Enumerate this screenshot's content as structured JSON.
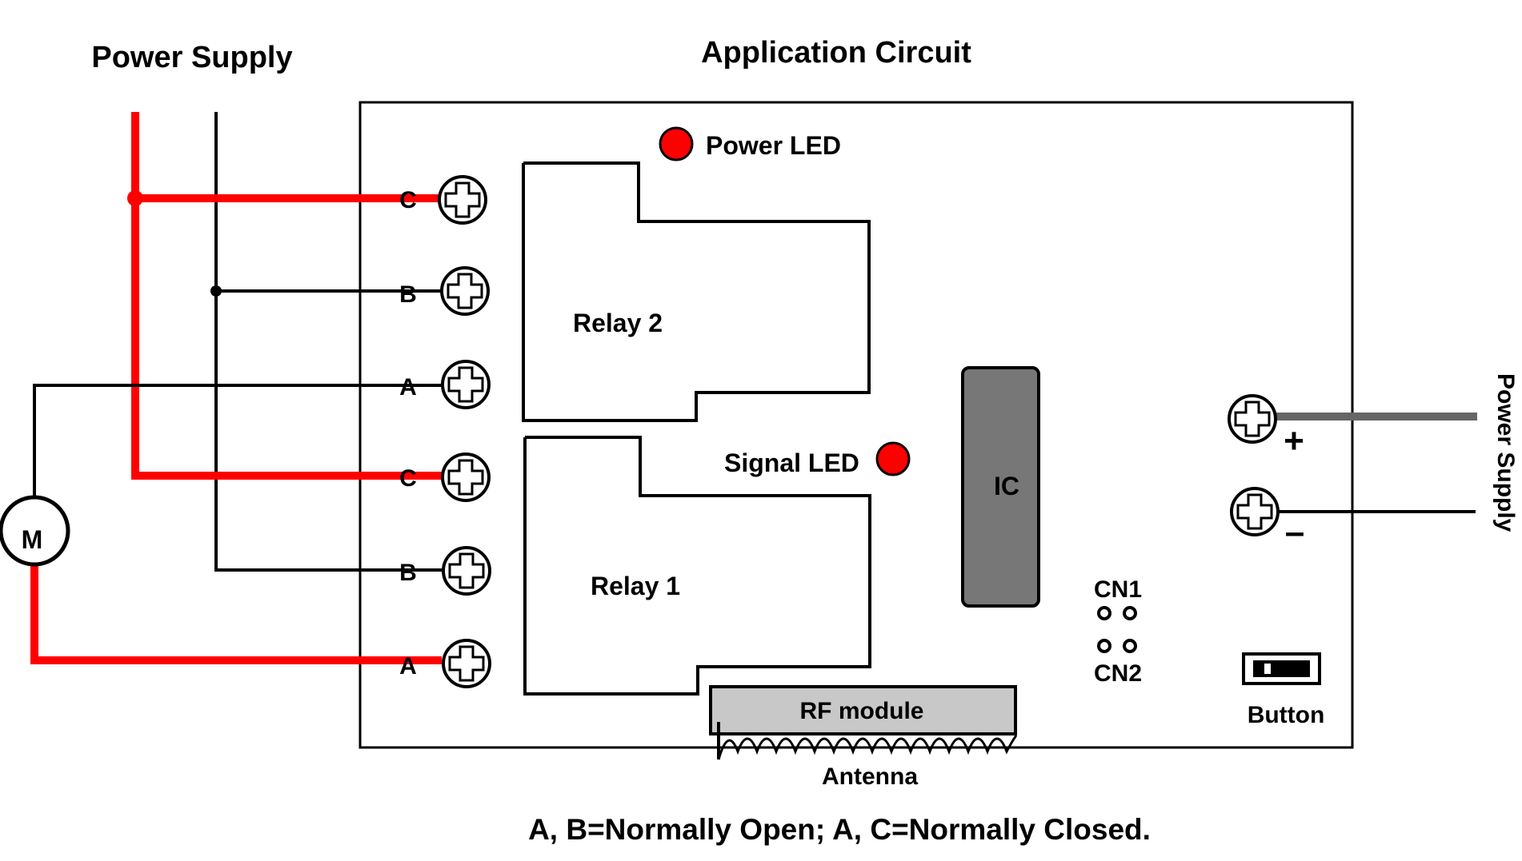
{
  "title": "Application Circuit",
  "power_supply_left": "Power Supply",
  "power_supply_right": "Power Supply",
  "power_led": "Power LED",
  "signal_led": "Signal LED",
  "relay2": "Relay 2",
  "relay1": "Relay 1",
  "ic": "IC",
  "cn1": "CN1",
  "cn2": "CN2",
  "rf_module": "RF module",
  "antenna": "Antenna",
  "button": "Button",
  "motor": "M",
  "terminals": [
    "C",
    "B",
    "A",
    "C",
    "B",
    "A"
  ],
  "plus": "+",
  "minus": "–",
  "caption": "A, B=Normally Open; A, C=Normally Closed.",
  "colors": {
    "live_wire": "#ff0000",
    "neutral_wire": "#000000",
    "led": "#ff0000",
    "ic_fill": "#777777",
    "rf_fill": "#c8c8c8",
    "supply_plus_wire": "#666666"
  }
}
